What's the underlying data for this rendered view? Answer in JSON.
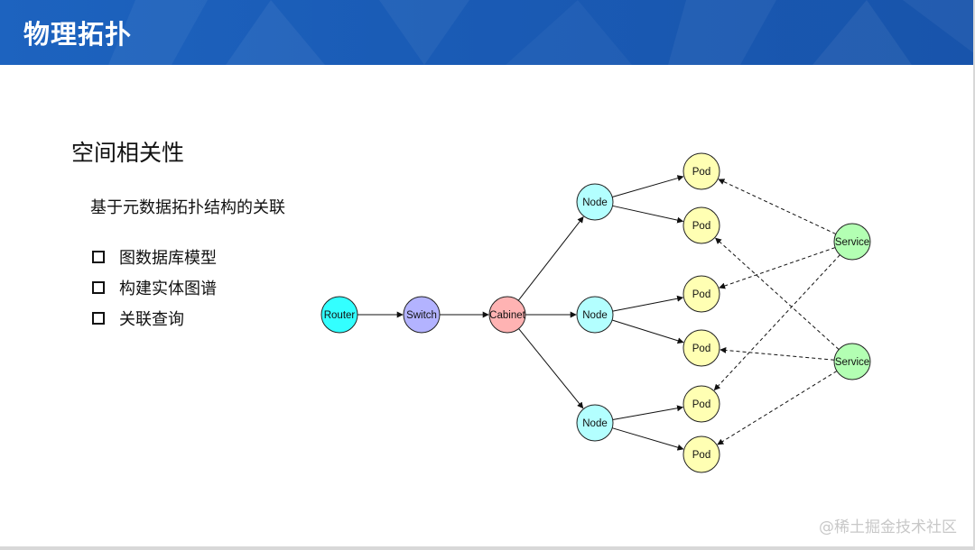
{
  "header": {
    "title": "物理拓扑"
  },
  "content": {
    "section_title": "空间相关性",
    "subtitle": "基于元数据拓扑结构的关联",
    "bullets": [
      "图数据库模型",
      "构建实体图谱",
      "关联查询"
    ]
  },
  "diagram": {
    "nodes": [
      {
        "id": "router",
        "label": "Router",
        "color": "#33ffff"
      },
      {
        "id": "switch",
        "label": "Switch",
        "color": "#b3b3ff"
      },
      {
        "id": "cabinet",
        "label": "Cabinet",
        "color": "#ffb3b3"
      },
      {
        "id": "node1",
        "label": "Node",
        "color": "#b3ffff"
      },
      {
        "id": "node2",
        "label": "Node",
        "color": "#b3ffff"
      },
      {
        "id": "node3",
        "label": "Node",
        "color": "#b3ffff"
      },
      {
        "id": "pod1",
        "label": "Pod",
        "color": "#ffffb3"
      },
      {
        "id": "pod2",
        "label": "Pod",
        "color": "#ffffb3"
      },
      {
        "id": "pod3",
        "label": "Pod",
        "color": "#ffffb3"
      },
      {
        "id": "pod4",
        "label": "Pod",
        "color": "#ffffb3"
      },
      {
        "id": "pod5",
        "label": "Pod",
        "color": "#ffffb3"
      },
      {
        "id": "pod6",
        "label": "Pod",
        "color": "#ffffb3"
      },
      {
        "id": "service1",
        "label": "Service",
        "color": "#b3ffb3"
      },
      {
        "id": "service2",
        "label": "Service",
        "color": "#b3ffb3"
      }
    ],
    "edges": [
      {
        "from": "router",
        "to": "switch",
        "style": "solid"
      },
      {
        "from": "switch",
        "to": "cabinet",
        "style": "solid"
      },
      {
        "from": "cabinet",
        "to": "node1",
        "style": "solid"
      },
      {
        "from": "cabinet",
        "to": "node2",
        "style": "solid"
      },
      {
        "from": "cabinet",
        "to": "node3",
        "style": "solid"
      },
      {
        "from": "node1",
        "to": "pod1",
        "style": "solid"
      },
      {
        "from": "node1",
        "to": "pod2",
        "style": "solid"
      },
      {
        "from": "node2",
        "to": "pod3",
        "style": "solid"
      },
      {
        "from": "node2",
        "to": "pod4",
        "style": "solid"
      },
      {
        "from": "node3",
        "to": "pod5",
        "style": "solid"
      },
      {
        "from": "node3",
        "to": "pod6",
        "style": "solid"
      },
      {
        "from": "service1",
        "to": "pod1",
        "style": "dashed"
      },
      {
        "from": "service1",
        "to": "pod3",
        "style": "dashed"
      },
      {
        "from": "service1",
        "to": "pod5",
        "style": "dashed"
      },
      {
        "from": "service2",
        "to": "pod2",
        "style": "dashed"
      },
      {
        "from": "service2",
        "to": "pod4",
        "style": "dashed"
      },
      {
        "from": "service2",
        "to": "pod6",
        "style": "dashed"
      }
    ]
  },
  "watermark": "@稀土掘金技术社区"
}
